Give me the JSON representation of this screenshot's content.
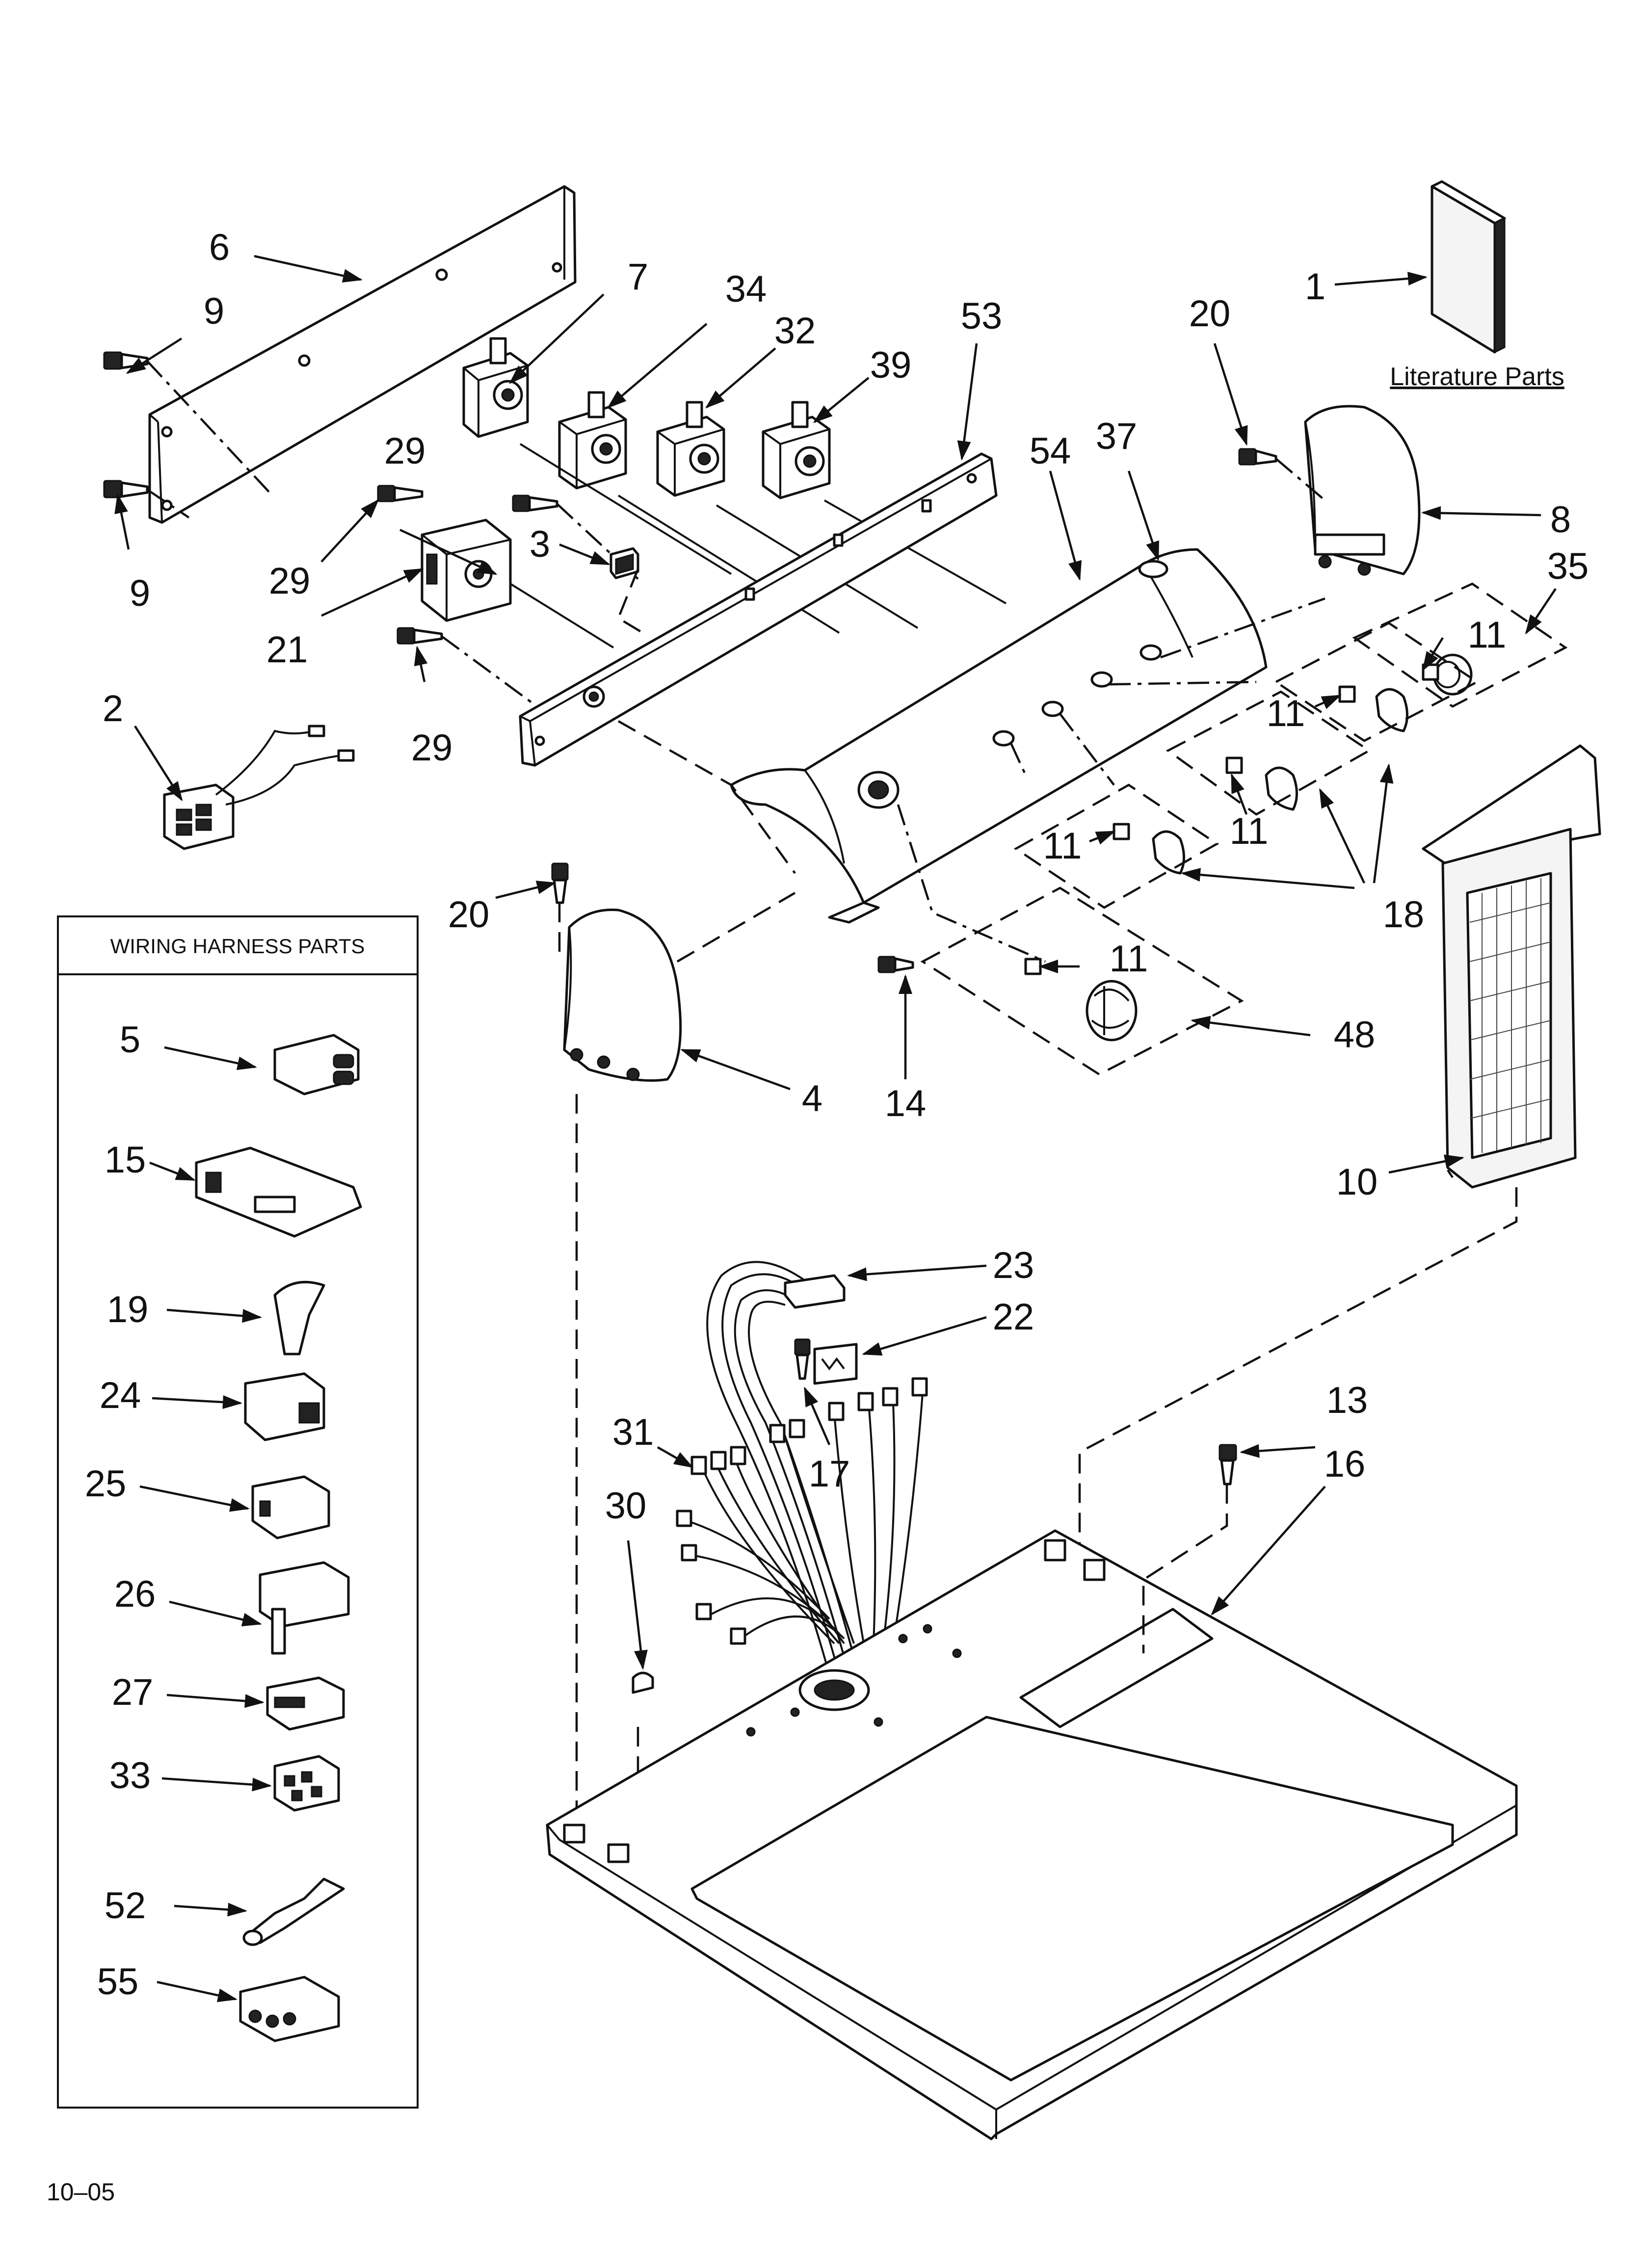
{
  "literature": {
    "label": "Literature Parts"
  },
  "harness_box": {
    "title": "WIRING HARNESS PARTS"
  },
  "footer": {
    "date_code": "10–05"
  },
  "callouts": {
    "c1": "1",
    "c2": "2",
    "c3": "3",
    "c4": "4",
    "c6": "6",
    "c7": "7",
    "c8": "8",
    "c9a": "9",
    "c9b": "9",
    "c10": "10",
    "c11a": "11",
    "c11b": "11",
    "c11c": "11",
    "c11d": "11",
    "c11e": "11",
    "c13": "13",
    "c14": "14",
    "c16": "16",
    "c17": "17",
    "c18": "18",
    "c20a": "20",
    "c20b": "20",
    "c21": "21",
    "c22": "22",
    "c23": "23",
    "c29a": "29",
    "c29b": "29",
    "c29c": "29",
    "c30": "30",
    "c31": "31",
    "c32": "32",
    "c34": "34",
    "c35": "35",
    "c37": "37",
    "c39": "39",
    "c48": "48",
    "c53": "53",
    "c54": "54"
  },
  "harness_callouts": {
    "h5": "5",
    "h15": "15",
    "h19": "19",
    "h24": "24",
    "h25": "25",
    "h26": "26",
    "h27": "27",
    "h33": "33",
    "h52": "52",
    "h55": "55"
  }
}
